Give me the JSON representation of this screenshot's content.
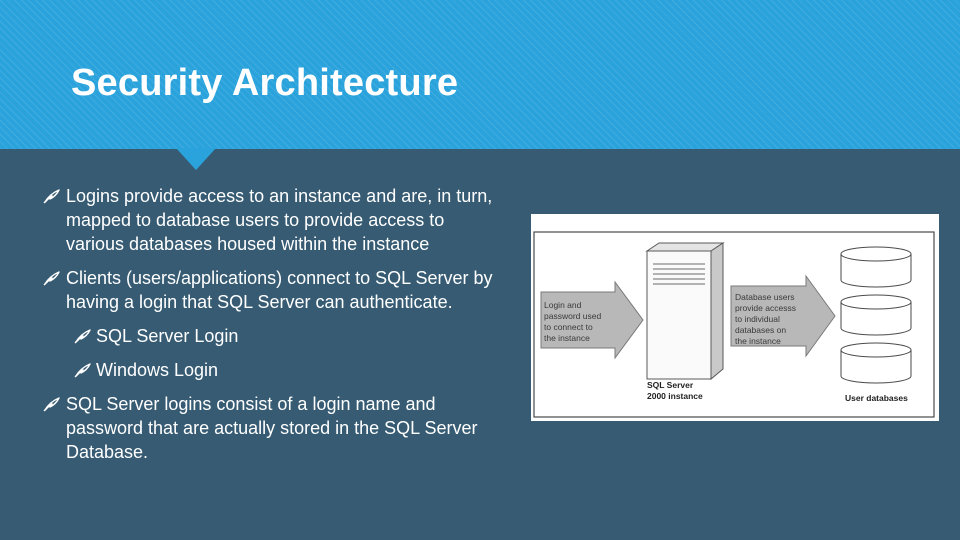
{
  "slide": {
    "title": "Security Architecture",
    "bullets": [
      "Logins provide access to an instance and are, in turn, mapped to database users to provide access to various databases housed within the instance",
      "Clients (users/applications) connect to SQL Server by having a login that SQL Server can authenticate.",
      "SQL Server logins consist of a login name and password that are actually stored in the SQL Server Database."
    ],
    "sub_bullets": [
      "SQL Server Login",
      "Windows Login"
    ]
  },
  "diagram": {
    "left_arrow_lines": [
      "Login and",
      "password used",
      "to connect to",
      "the instance"
    ],
    "right_arrow_lines": [
      "Database users",
      "provide accesss",
      "to individual",
      "databases on",
      "the instance"
    ],
    "server_label_lines": [
      "SQL Server",
      "2000 instance"
    ],
    "databases_label": "User databases"
  },
  "colors": {
    "background": "#365b73",
    "header": "#2aa3dc",
    "text": "#ffffff"
  },
  "icons": {
    "bullet": "feather-pen-icon"
  }
}
